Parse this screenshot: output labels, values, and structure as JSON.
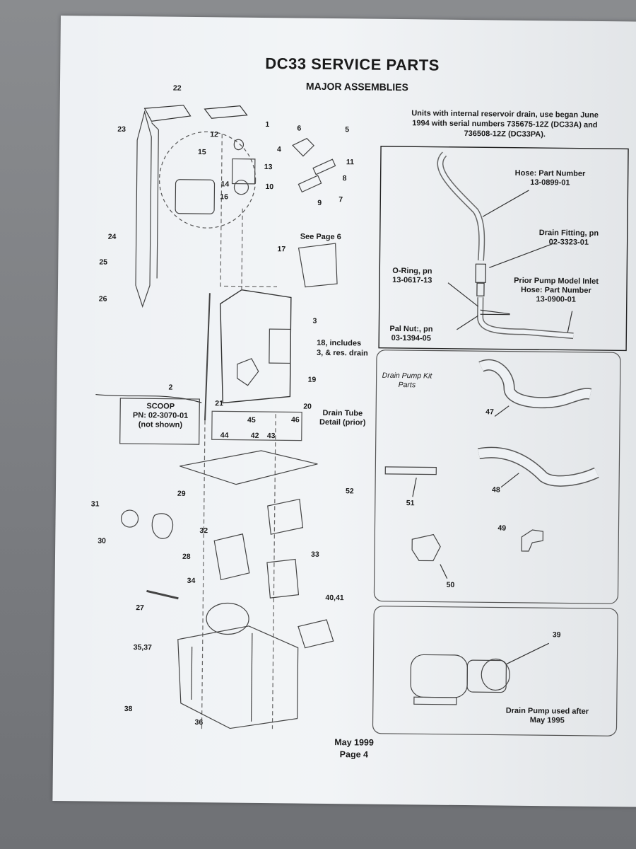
{
  "header": {
    "title": "DC33 SERVICE PARTS",
    "subtitle": "MAJOR ASSEMBLIES"
  },
  "reservoir_note": {
    "line1": "Units with internal reservoir drain, use began June",
    "line2": "1994 with serial numbers 735675-12Z (DC33A) and",
    "line3": "736508-12Z (DC33PA)."
  },
  "hose_box": {
    "hose_label": "Hose: Part Number",
    "hose_pn": "13-0899-01",
    "fitting_label": "Drain Fitting, pn",
    "fitting_pn": "02-3323-01",
    "oring_label": "O-Ring, pn",
    "oring_pn": "13-0617-13",
    "prior_line1": "Prior Pump Model Inlet",
    "prior_line2": "Hose: Part Number",
    "prior_pn": "13-0900-01",
    "palnut_label": "Pal Nut:, pn",
    "palnut_pn": "03-1394-05"
  },
  "drain_kit": {
    "title_line1": "Drain Pump Kit",
    "title_line2": "Parts",
    "callout": "52"
  },
  "drain_pump": {
    "label_line1": "Drain Pump used after",
    "label_line2": "May 1995",
    "callout": "39"
  },
  "scoop": {
    "line1": "SCOOP",
    "line2": "PN: 02-3070-01",
    "line3": "(not shown)"
  },
  "labels": {
    "see_page": "See Page 6",
    "includes_line1": "18, includes",
    "includes_line2": "3, & res. drain",
    "drain_tube_line1": "Drain Tube",
    "drain_tube_line2": "Detail (prior)"
  },
  "callouts": [
    "1",
    "2",
    "3",
    "4",
    "5",
    "6",
    "7",
    "8",
    "9",
    "10",
    "11",
    "12",
    "13",
    "14",
    "15",
    "16",
    "17",
    "19",
    "20",
    "21",
    "22",
    "23",
    "24",
    "25",
    "26",
    "27",
    "28",
    "29",
    "30",
    "31",
    "32",
    "33",
    "34",
    "35,37",
    "36",
    "38",
    "40,41",
    "42",
    "43",
    "44",
    "45",
    "46",
    "47",
    "48",
    "49",
    "50",
    "51"
  ],
  "footer": {
    "date": "May 1999",
    "page": "Page 4"
  }
}
